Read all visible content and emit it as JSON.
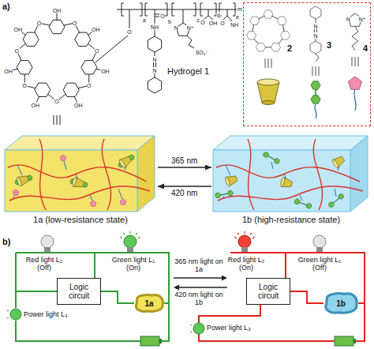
{
  "diagram": {
    "nodes": [
      {
        "text": [
          "2",
          "3",
          "4"
        ]
      },
      {
        "text": [
          "1a (low-resistance state)"
        ]
      },
      {
        "text": [
          "1b (high-resistance state)"
        ]
      },
      {
        "text": [
          "Logic circuit"
        ]
      },
      {
        "text": [
          "1a"
        ]
      },
      {
        "text": [
          "Logic circuit"
        ]
      },
      {
        "text": [
          "1b"
        ]
      }
    ],
    "edges": [
      {
        "from": 1,
        "to": 2,
        "label": "365 nm",
        "arrow": "to"
      },
      {
        "from": 2,
        "to": 1,
        "label": "420 nm",
        "arrow": "to"
      },
      {
        "from": 3,
        "to": 4,
        "arrow": "none"
      },
      {
        "from": 5,
        "to": 6,
        "arrow": "none"
      }
    ],
    "labels": [
      "a)",
      "OH",
      "OH",
      "OH",
      "OH",
      "OH",
      "OH",
      "OH",
      "O",
      "O",
      "O",
      "O",
      "O",
      "O",
      "O",
      "a",
      "b",
      "c",
      "d",
      "e",
      "m",
      "O",
      "O",
      "NH",
      "N",
      "N",
      "N",
      "N⁺",
      "SO₃⁻",
      "O",
      "OH",
      "O",
      "NH",
      "Hydrogel 1",
      "b)",
      "Red light L₂ (Off)",
      "Green light L₁ (On)",
      "Power light L₃",
      "365 nm light on 1a",
      "420 nm light on 1b",
      "Red light L₂ (On)",
      "Green light L₁ (Off)",
      "Power light L₃",
      "N",
      "N",
      "N",
      "N⁺"
    ]
  }
}
